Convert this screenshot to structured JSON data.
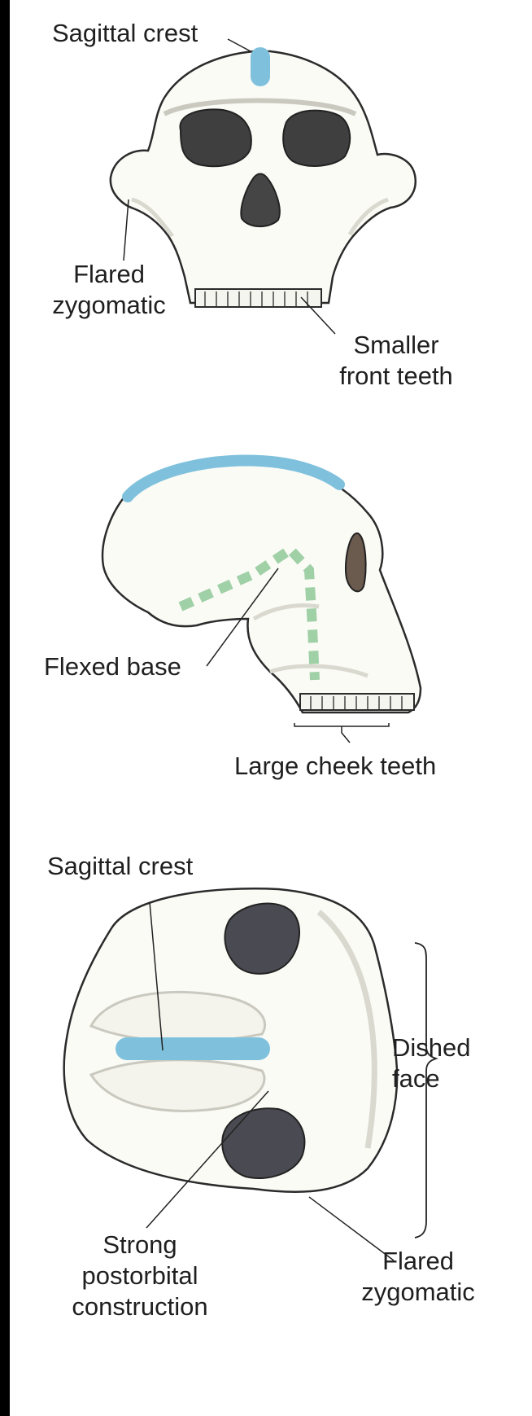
{
  "colors": {
    "background": "#000000",
    "panel": "#ffffff",
    "bone": "#fbfbf6",
    "outline": "#2b2b2b",
    "shadow": "#d9d9cf",
    "orbit": "#3f3f3f",
    "highlight_blue": "#7fc1dd",
    "highlight_green": "#9fd0a6"
  },
  "front_view": {
    "labels": {
      "sagittal_crest": "Sagittal crest",
      "flared_zygomatic_line1": "Flared",
      "flared_zygomatic_line2": "zygomatic",
      "smaller_front_teeth_line1": "Smaller",
      "smaller_front_teeth_line2": "front teeth"
    }
  },
  "side_view": {
    "labels": {
      "flexed_base": "Flexed base",
      "large_cheek_teeth": "Large cheek teeth"
    }
  },
  "top_view": {
    "labels": {
      "sagittal_crest": "Sagittal crest",
      "dished_face_line1": "Dished",
      "dished_face_line2": "face",
      "strong_postorbital_line1": "Strong",
      "strong_postorbital_line2": "postorbital",
      "strong_postorbital_line3": "construction",
      "flared_zygomatic_line1": "Flared",
      "flared_zygomatic_line2": "zygomatic"
    }
  }
}
